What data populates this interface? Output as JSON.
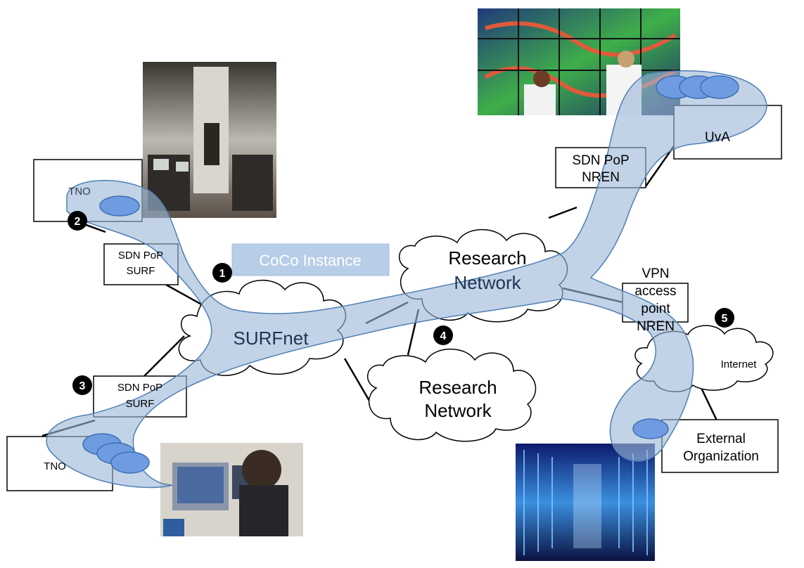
{
  "sites": {
    "tno_top": "TNO",
    "tno_bottom": "TNO",
    "uva": "UvA",
    "external_line1": "External",
    "external_line2": "Organization"
  },
  "pops": {
    "sdn_surf_top_line1": "SDN PoP",
    "sdn_surf_top_line2": "SURF",
    "sdn_surf_bottom_line1": "SDN PoP",
    "sdn_surf_bottom_line2": "SURF",
    "sdn_nren_line1": "SDN PoP",
    "sdn_nren_line2": "NREN",
    "vpn_line1": "VPN",
    "vpn_line2": "access",
    "vpn_line3": "point",
    "vpn_line4": "NREN"
  },
  "clouds": {
    "surfnet": "SURFnet",
    "research_top_line1": "Research",
    "research_top_line2": "Network",
    "research_bottom_line1": "Research",
    "research_bottom_line2": "Network",
    "internet": "Internet"
  },
  "coco_label": "CoCo Instance",
  "markers": [
    "1",
    "2",
    "3",
    "4",
    "5"
  ],
  "colors": {
    "overlay_fill": "#9db8d9",
    "overlay_stroke": "#4f7fb5",
    "node_fill": "#6f9be0",
    "marker_fill": "#000000",
    "coco_box": "#b7cde8"
  }
}
